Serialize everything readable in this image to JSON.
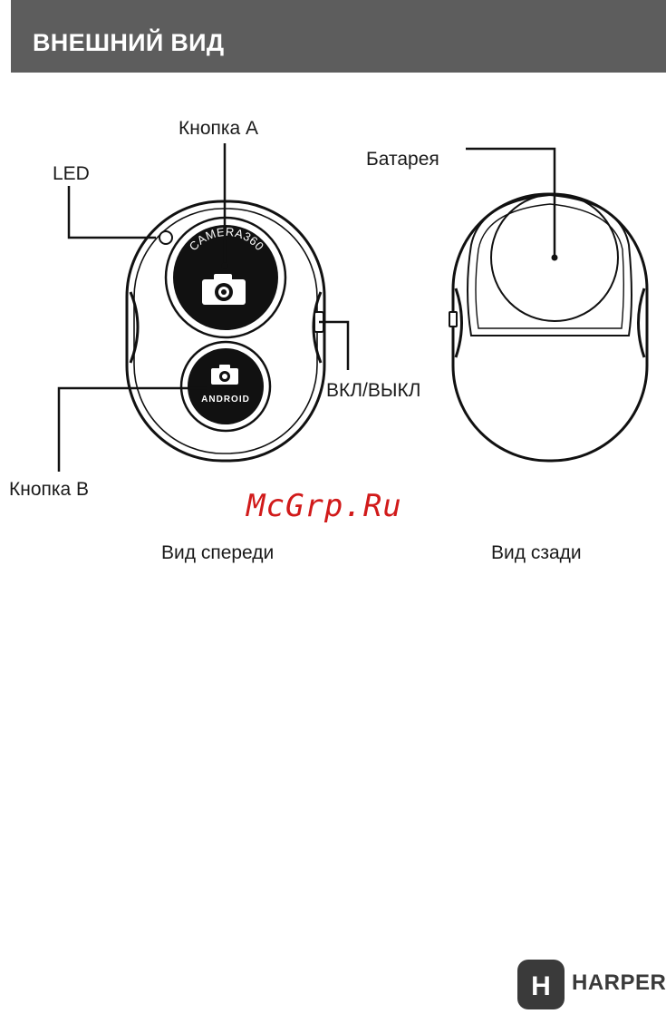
{
  "header": {
    "title": "ВНЕШНИЙ ВИД"
  },
  "labels": {
    "button_a": "Кнопка A",
    "led": "LED",
    "battery": "Батарея",
    "power": "ВКЛ/ВЫКЛ",
    "button_b": "Кнопка B",
    "front_view": "Вид спереди",
    "back_view": "Вид сзади"
  },
  "device": {
    "button_a_text": "CAMERA360",
    "button_b_text": "ANDROID"
  },
  "watermark": "McGrp.Ru",
  "brand": {
    "name": "HARPER",
    "mark": "H"
  },
  "colors": {
    "header_bg": "#5d5d5d",
    "watermark": "#d11a1a",
    "line": "#111111"
  }
}
